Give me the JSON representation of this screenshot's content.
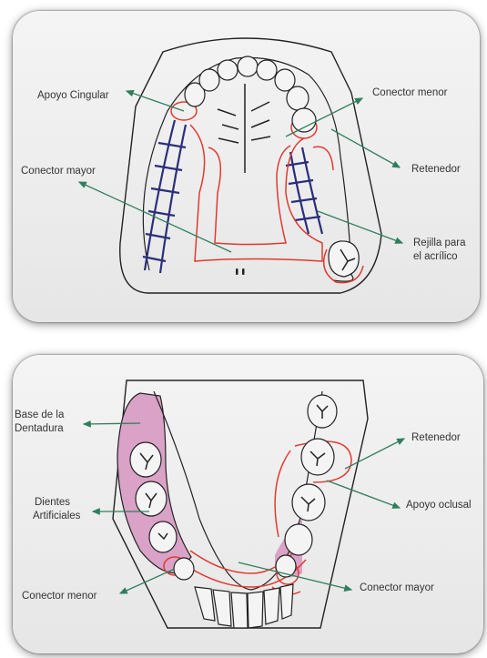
{
  "upper_diagram": {
    "labels": {
      "apoyo_cingular": "Apoyo Cingular",
      "conector_menor": "Conector menor",
      "conector_mayor": "Conector mayor",
      "retenedor": "Retenedor",
      "rejilla_line1": "Rejilla para",
      "rejilla_line2": "el acrílico"
    }
  },
  "lower_diagram": {
    "labels": {
      "base_line1": "Base de la",
      "base_line2": "Dentadura",
      "dientes_line1": "Dientes",
      "dientes_line2": "Artificiales",
      "conector_menor": "Conector menor",
      "retenedor": "Retenedor",
      "apoyo_oclusal": "Apoyo oclusal",
      "conector_mayor": "Conector mayor"
    }
  },
  "colors": {
    "framework_red": "#e03a2f",
    "grid_navy": "#2a2f7a",
    "arrow_green": "#2f7f5c",
    "base_pink": "#d9a2c6",
    "outline": "#222222"
  }
}
